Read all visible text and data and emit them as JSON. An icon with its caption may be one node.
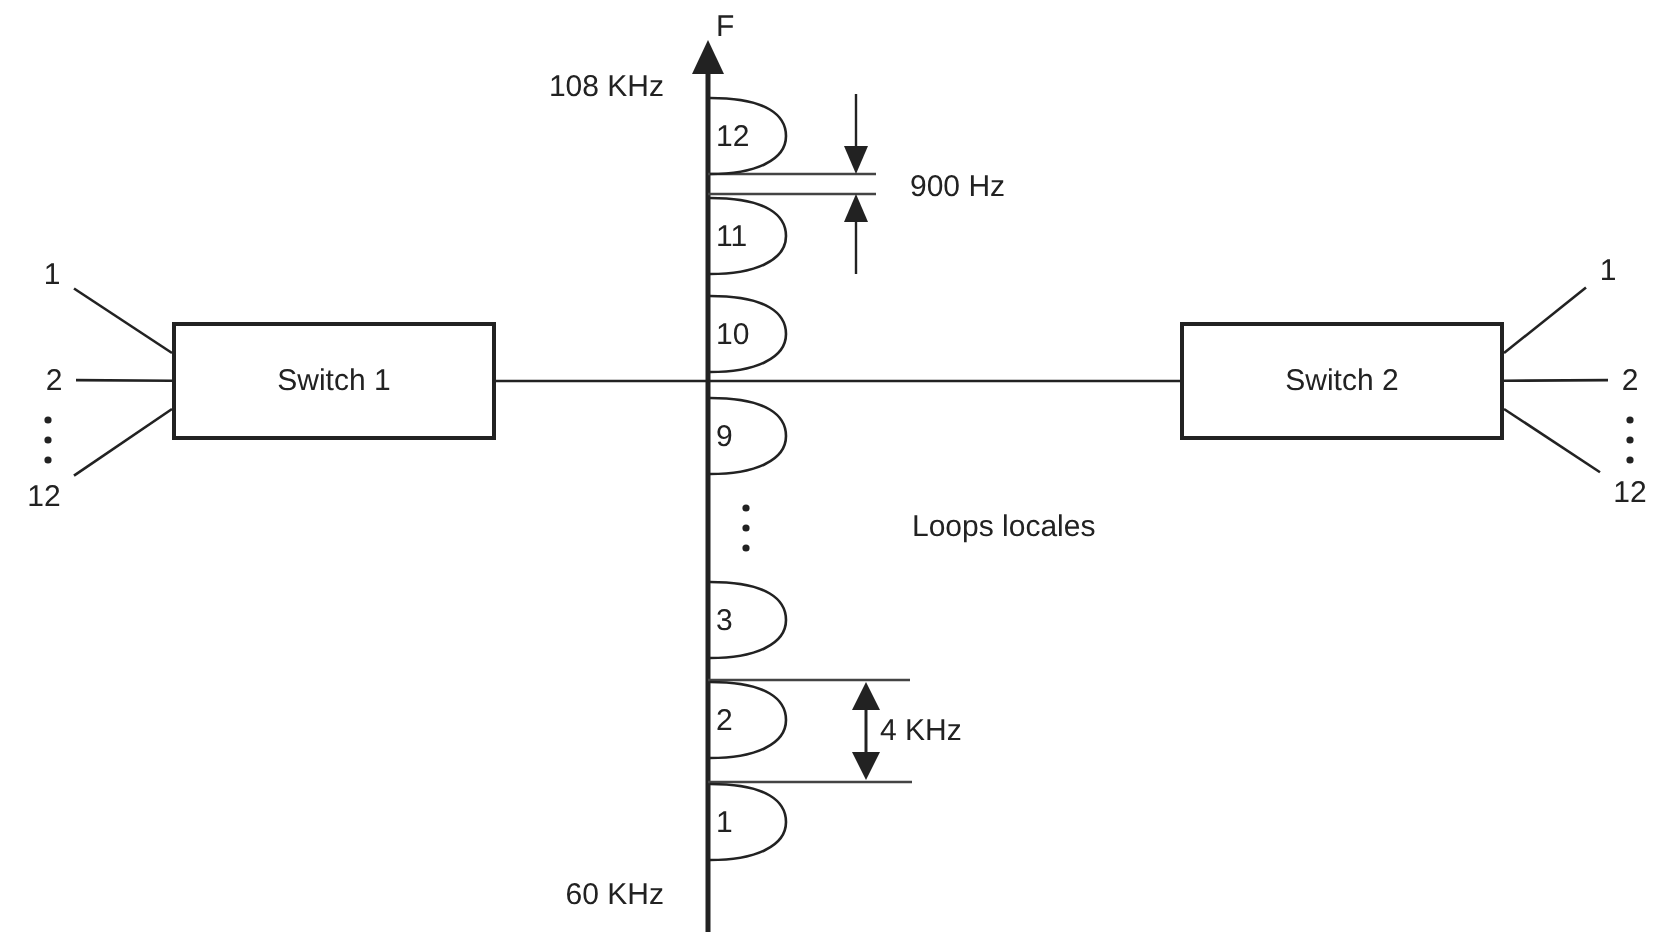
{
  "diagram": {
    "nodes": [
      {
        "text": [
          "1"
        ]
      },
      {
        "text": [
          "2"
        ]
      },
      {
        "text": [
          "12"
        ]
      },
      {
        "text": [
          "Switch 1"
        ]
      },
      {
        "text": [
          "Switch 2"
        ]
      },
      {
        "text": [
          "1"
        ]
      },
      {
        "text": [
          "2"
        ]
      },
      {
        "text": [
          "12"
        ]
      },
      {
        "text": [
          "12"
        ]
      },
      {
        "text": [
          "11"
        ]
      },
      {
        "text": [
          "10"
        ]
      },
      {
        "text": [
          "9"
        ]
      },
      {
        "text": [
          "3"
        ]
      },
      {
        "text": [
          "2"
        ]
      },
      {
        "text": [
          "1"
        ]
      }
    ],
    "edges": [
      {
        "from": 0,
        "to": 3,
        "arrow": "none"
      },
      {
        "from": 1,
        "to": 3,
        "arrow": "none"
      },
      {
        "from": 2,
        "to": 3,
        "arrow": "none"
      },
      {
        "from": 3,
        "to": 4,
        "arrow": "none"
      },
      {
        "from": 4,
        "to": 5,
        "arrow": "none"
      },
      {
        "from": 4,
        "to": 6,
        "arrow": "none"
      },
      {
        "from": 4,
        "to": 7,
        "arrow": "none"
      }
    ],
    "labels": [
      "F",
      "108 KHz",
      "900 Hz",
      "Loops locales",
      "4 KHz",
      "60 KHz"
    ]
  }
}
